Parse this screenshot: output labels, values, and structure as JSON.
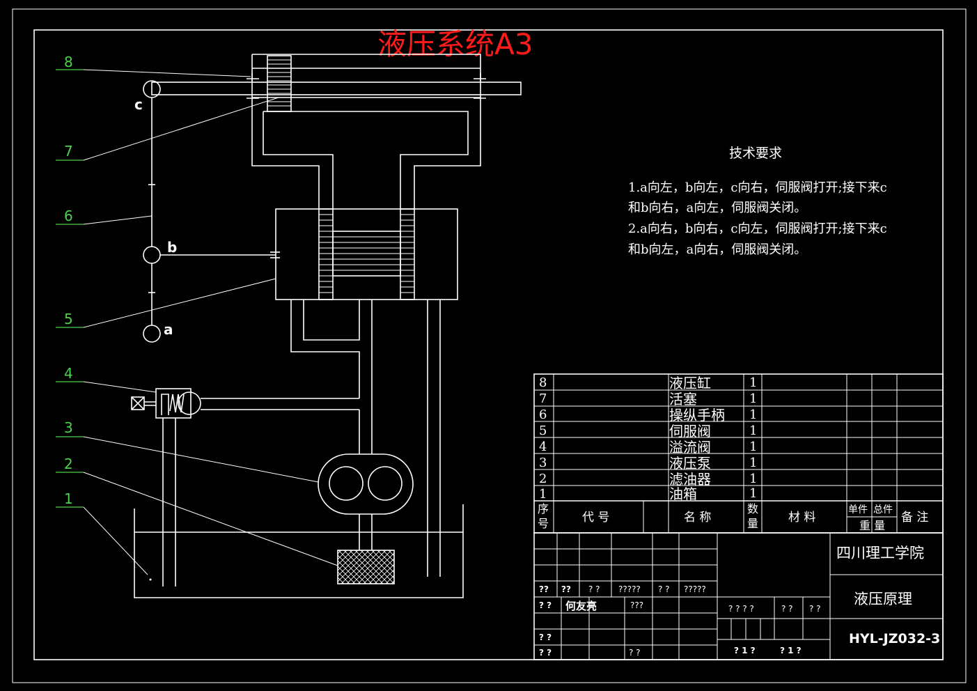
{
  "title": "液压系统A3",
  "callouts": [
    "8",
    "7",
    "6",
    "5",
    "4",
    "3",
    "2",
    "1"
  ],
  "handle_points": {
    "a": "a",
    "b": "b",
    "c": "c"
  },
  "tech_requirements": {
    "heading": "技术要求",
    "lines": [
      "1.a向左，b向左，c向右，伺服阀打开;接下来c",
      "和b向右，a向左，伺服阀关闭。",
      "2.a向右，b向右，c向左，伺服阀打开;接下来c",
      "和b向左，a向右，伺服阀关闭。"
    ]
  },
  "parts_list": {
    "rows": [
      {
        "no": "8",
        "name": "液压缸",
        "qty": "1"
      },
      {
        "no": "7",
        "name": "活塞",
        "qty": "1"
      },
      {
        "no": "6",
        "name": "操纵手柄",
        "qty": "1"
      },
      {
        "no": "5",
        "name": "伺服阀",
        "qty": "1"
      },
      {
        "no": "4",
        "name": "溢流阀",
        "qty": "1"
      },
      {
        "no": "3",
        "name": "液压泵",
        "qty": "1"
      },
      {
        "no": "2",
        "name": "滤油器",
        "qty": "1"
      },
      {
        "no": "1",
        "name": "油箱",
        "qty": "1"
      }
    ],
    "header": {
      "no_1": "序",
      "no_2": "号",
      "code": "代 号",
      "name": "名 称",
      "qty_1": "数",
      "qty_2": "量",
      "material": "材 料",
      "unit": "单件",
      "total": "总件",
      "weight": "重 量",
      "remark": "备 注"
    }
  },
  "title_block": {
    "school": "四川理工学院",
    "drawing_name": "液压原理",
    "drawing_no": "HYL-JZ032-3",
    "designer": "何友亮",
    "row_a": [
      "??",
      "??",
      "? ?",
      "?????",
      "? ?",
      "?????"
    ],
    "label_a": "? ?",
    "mark_a": "???",
    "label_b": "? ?",
    "label_c": "? ?",
    "mark_c": "? ?",
    "stage": [
      "? ? ? ?",
      "? ?",
      "? ?"
    ],
    "sheet": [
      "? 1 ?",
      "? 1 ?"
    ]
  }
}
